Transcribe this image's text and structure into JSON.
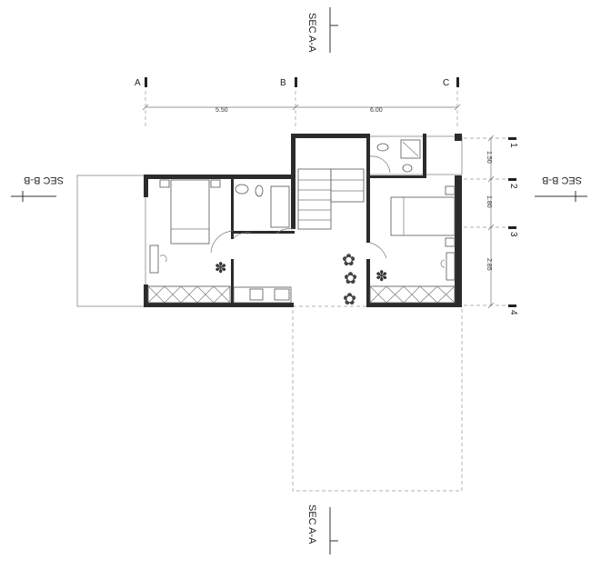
{
  "grid_axes": {
    "columns": [
      "A",
      "B",
      "C"
    ],
    "rows": [
      "1",
      "2",
      "3",
      "4"
    ]
  },
  "dimensions": {
    "horizontal": [
      "5.50",
      "6.00"
    ],
    "vertical": [
      "1.50",
      "1.80",
      "2.85"
    ]
  },
  "sections": {
    "top": "SEC A-A",
    "bottom": "SEC A-A",
    "left": "SEC B-B",
    "right": "SEC B-B"
  }
}
